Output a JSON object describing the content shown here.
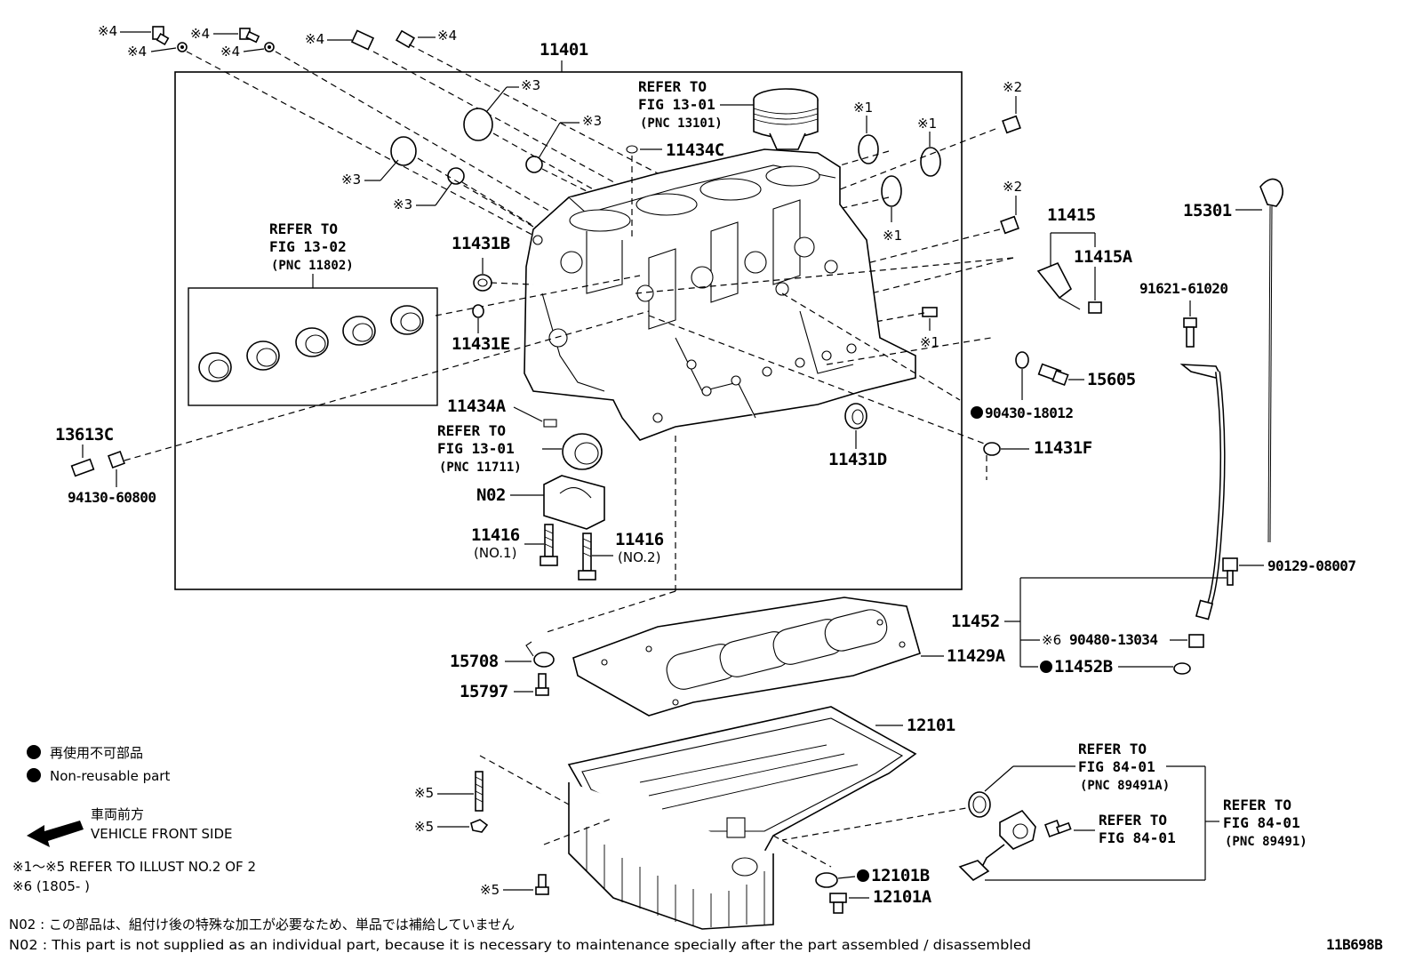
{
  "labels": {
    "block_asm": "11401",
    "piston_ref": [
      "REFER TO",
      "FIG 13-01",
      "(PNC 13101)"
    ],
    "p11434C": "11434C",
    "p11431B": "11431B",
    "p11431E": "11431E",
    "p11434A": "11434A",
    "p11431D": "11431D",
    "crank_bearing_ref": [
      "REFER TO",
      "FIG 13-02",
      "(PNC 11802)"
    ],
    "thrust_ref": [
      "REFER TO",
      "FIG 13-01",
      "(PNC 11711)"
    ],
    "n02": "N02",
    "p11416a": "11416",
    "p11416a_sub": "(NO.1)",
    "p11416b": "11416",
    "p11416b_sub": "(NO.2)",
    "p13613C": "13613C",
    "p94130": "94130-60800",
    "p11415": "11415",
    "p11415A": "11415A",
    "p15605": "15605",
    "p90430": "90430-18012",
    "p11431F": "11431F",
    "p15301": "15301",
    "p91621": "91621-61020",
    "p90129": "90129-08007",
    "p11452": "11452",
    "p90480": "90480-13034",
    "p11452B": "11452B",
    "p15708": "15708",
    "p15797": "15797",
    "p11429A": "11429A",
    "p12101": "12101",
    "p12101B": "12101B",
    "p12101A": "12101A",
    "ref84a": [
      "REFER TO",
      "FIG 84-01",
      "(PNC 89491A)"
    ],
    "ref84b": [
      "REFER TO",
      "FIG 84-01"
    ],
    "ref84c": [
      "REFER TO",
      "FIG 84-01",
      "(PNC 89491)"
    ],
    "code": "11B698B"
  },
  "marks": {
    "m1": "※1",
    "m2": "※2",
    "m3": "※3",
    "m4": "※4",
    "m5": "※5",
    "m6": "※6"
  },
  "legend": {
    "nonreusable_jp": "再使用不可部品",
    "nonreusable_en": "Non-reusable part",
    "front_jp": "車両前方",
    "front_en": "VEHICLE FRONT SIDE",
    "refer_illust": "※1～※5  REFER TO ILLUST NO.2 OF 2",
    "date_note": "※6 (1805-      )",
    "n02_jp": "N02 : この部品は、組付け後の特殊な加工が必要なため、単品では補給していません",
    "n02_en": "N02 : This part is not supplied as an individual part, because it is necessary to maintenance specially after the part assembled / disassembled"
  }
}
